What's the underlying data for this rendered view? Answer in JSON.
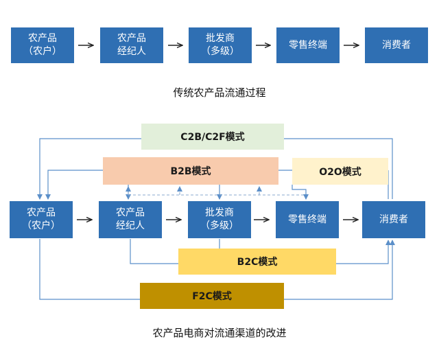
{
  "top": {
    "nodes": [
      "农产品\n（农户）",
      "农产品\n经纪人",
      "批发商\n（多级）",
      "零售终端",
      "消费者"
    ],
    "caption": "传统农产品流通过程"
  },
  "bottom": {
    "nodes": [
      "农产品\n（农户）",
      "农产品\n经纪人",
      "批发商\n（多级）",
      "零售终端",
      "消费者"
    ],
    "bands": {
      "c2b": "C2B/C2F模式",
      "b2b": "B2B模式",
      "o2o": "O2O模式",
      "b2c": "B2C模式",
      "f2c": "F2C模式"
    },
    "caption": "农产品电商对流通渠道的改进"
  },
  "colors": {
    "node": "#2f6fb3",
    "line": "#5b8fc9",
    "c2b": "#e2efda",
    "b2b": "#f8cbad",
    "o2o": "#fff2cc",
    "b2c": "#ffd966",
    "f2c": "#bf9000"
  }
}
